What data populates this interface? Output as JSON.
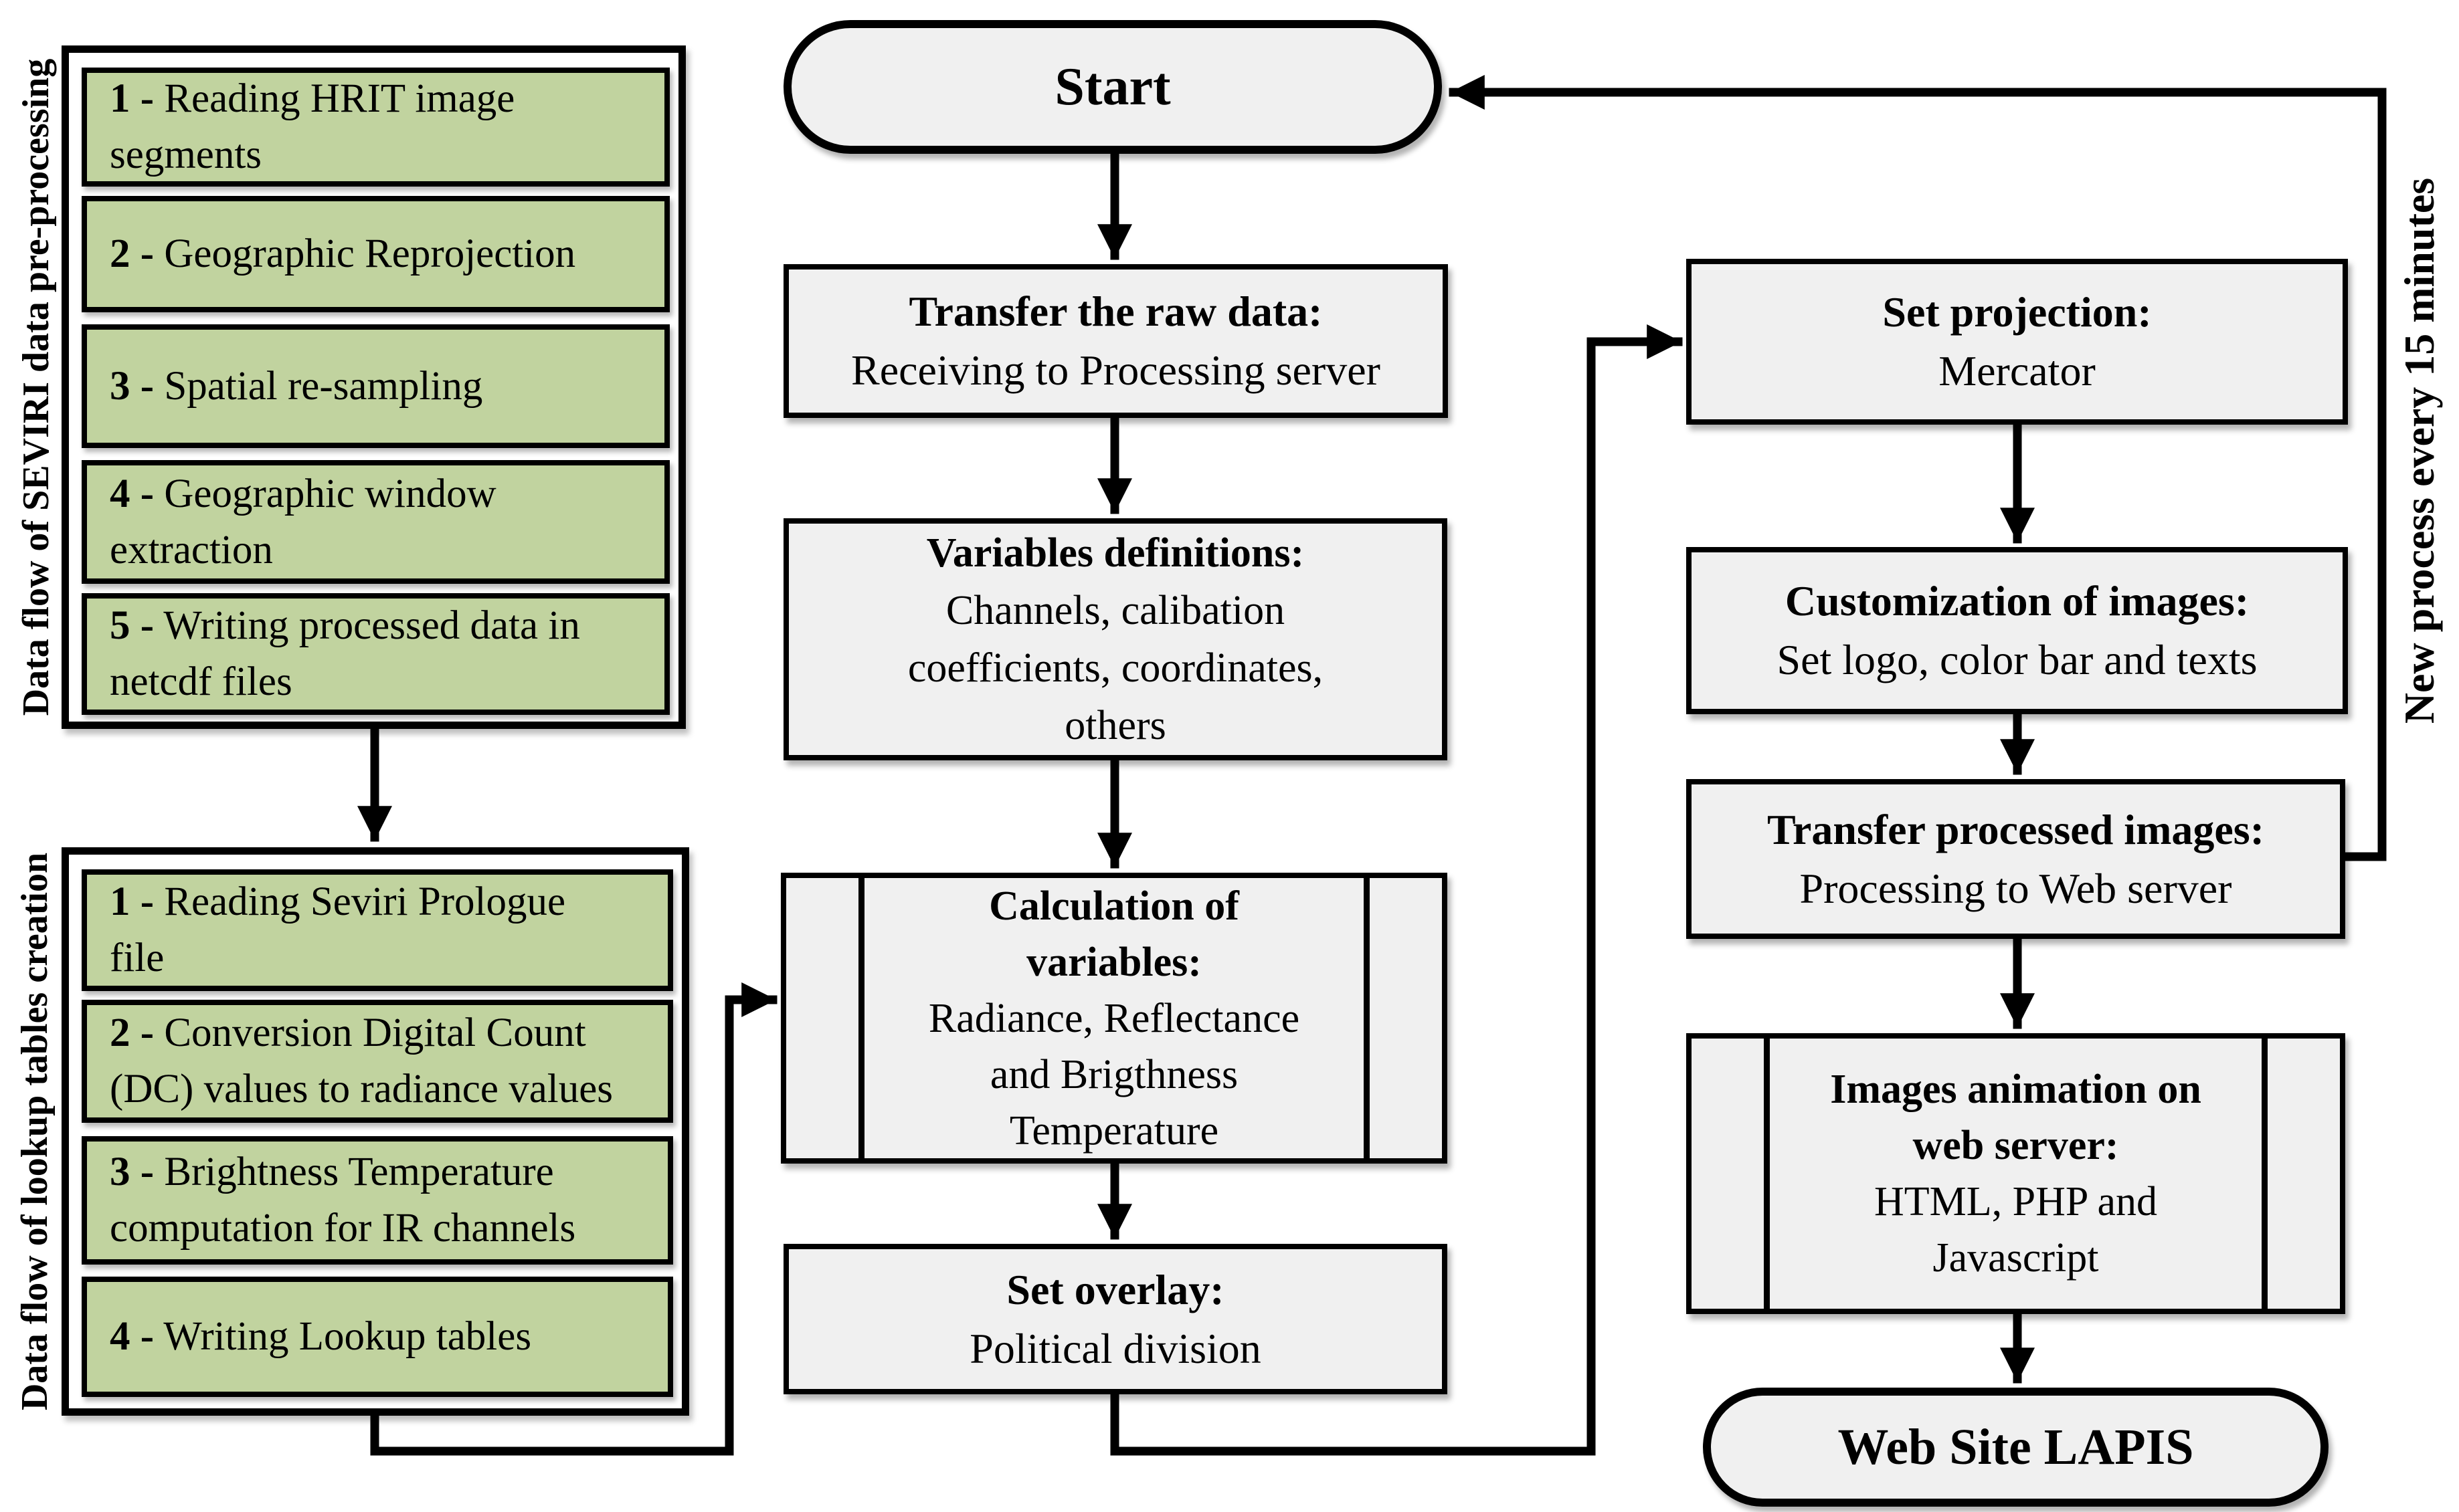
{
  "colors": {
    "item_green": "#c1d39f",
    "box_gray": "#f0f0f0",
    "line_black": "#000000",
    "background": "#ffffff"
  },
  "left_groups": [
    {
      "label": "Data flow of SEVIRI data pre-processing",
      "items": [
        {
          "num": "1 -",
          "line1": "Reading HRIT image",
          "line2": "segments"
        },
        {
          "num": "2 -",
          "line1": "Geographic Reprojection",
          "line2": ""
        },
        {
          "num": "3 -",
          "line1": "Spatial re-sampling",
          "line2": ""
        },
        {
          "num": "4 -",
          "line1": "Geographic window",
          "line2": "extraction"
        },
        {
          "num": "5 -",
          "line1": "Writing processed data in",
          "line2": "netcdf files"
        }
      ]
    },
    {
      "label": "Data flow of lookup tables creation",
      "items": [
        {
          "num": "1 -",
          "line1": "Reading Seviri Prologue",
          "line2": "file"
        },
        {
          "num": "2 -",
          "line1": "Conversion Digital Count",
          "line2": "(DC) values to radiance values"
        },
        {
          "num": "3 -",
          "line1": "Brightness Temperature",
          "line2": "computation for IR channels"
        },
        {
          "num": "4 -",
          "line1": "Writing Lookup tables",
          "line2": ""
        }
      ]
    }
  ],
  "flow": {
    "start": {
      "label": "Start"
    },
    "transfer_raw": {
      "title": [
        "Transfer the raw data:"
      ],
      "body": [
        "Receiving to Processing server"
      ]
    },
    "variables": {
      "title": [
        "Variables definitions:"
      ],
      "body": [
        "Channels, calibation",
        "coefficients, coordinates,",
        "others"
      ]
    },
    "calculation": {
      "title": [
        "Calculation of",
        "variables:"
      ],
      "body": [
        "Radiance, Reflectance",
        "and Brigthness",
        "Temperature"
      ]
    },
    "set_overlay": {
      "title": [
        "Set overlay:"
      ],
      "body": [
        "Political division"
      ]
    },
    "set_projection": {
      "title": [
        "Set projection:"
      ],
      "body": [
        "Mercator"
      ]
    },
    "customization": {
      "title": [
        "Customization of images:"
      ],
      "body": [
        "Set logo, color bar and texts"
      ]
    },
    "transfer_processed": {
      "title": [
        "Transfer processed images:"
      ],
      "body": [
        "Processing to Web server"
      ]
    },
    "images_animation": {
      "title": [
        "Images animation on",
        "web server:"
      ],
      "body": [
        "HTML, PHP and",
        "Javascript"
      ]
    },
    "lapis": {
      "label": "Web Site LAPIS"
    }
  },
  "side_labels": {
    "right_loop": "New process every 15 minutes"
  },
  "edges": [
    {
      "from": "seviri-preprocessing-group",
      "to": "lookup-tables-group"
    },
    {
      "from": "lookup-tables-group",
      "to": "calculation"
    },
    {
      "from": "start",
      "to": "transfer_raw"
    },
    {
      "from": "transfer_raw",
      "to": "variables"
    },
    {
      "from": "variables",
      "to": "calculation"
    },
    {
      "from": "calculation",
      "to": "set_overlay"
    },
    {
      "from": "set_overlay",
      "to": "set_projection"
    },
    {
      "from": "set_projection",
      "to": "customization"
    },
    {
      "from": "customization",
      "to": "transfer_processed"
    },
    {
      "from": "transfer_processed",
      "to": "images_animation"
    },
    {
      "from": "images_animation",
      "to": "lapis"
    },
    {
      "from": "transfer_processed",
      "to": "start"
    }
  ]
}
